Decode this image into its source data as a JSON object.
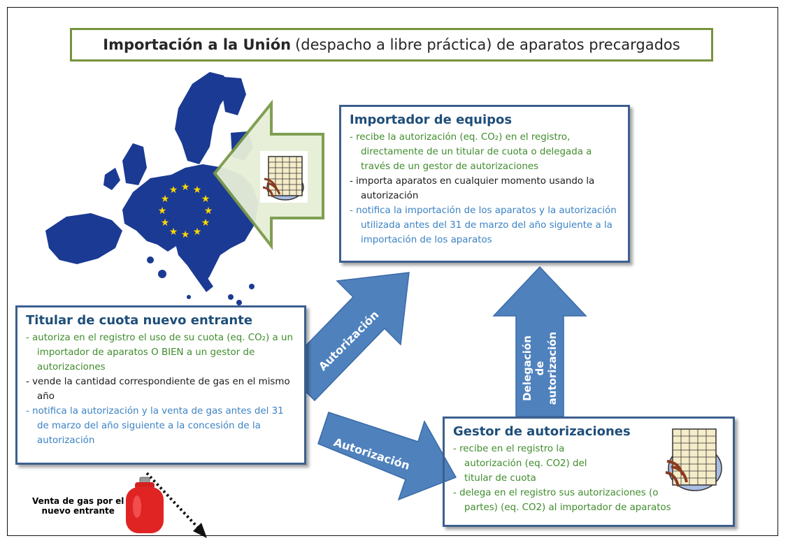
{
  "title": {
    "bold": "Importación a la Unión",
    "rest": "(despacho a libre práctica) de aparatos precargados"
  },
  "importador": {
    "heading": "Importador de equipos",
    "items": [
      {
        "text": "- recibe la autorización (eq. CO₂) en el registro, directamente de un titular de cuota o delegada a través de un gestor de autorizaciones",
        "color": "green"
      },
      {
        "text": "- importa aparatos en cualquier momento usando la autorización",
        "color": "black"
      },
      {
        "text": "- notifica la importación de los aparatos y la autorización utilizada antes del 31 de marzo del año siguiente a la importación de los aparatos",
        "color": "blue"
      }
    ]
  },
  "titular": {
    "heading": "Titular de cuota nuevo entrante",
    "items": [
      {
        "text": "- autoriza en el registro el uso de su cuota (eq. CO₂) a un importador de aparatos O BIEN a un gestor de autorizaciones",
        "color": "green"
      },
      {
        "text": "- vende la cantidad correspondiente de gas en el mismo año",
        "color": "black"
      },
      {
        "text": "- notifica la autorización y la venta de gas antes del 31 de marzo del año siguiente a la concesión de la autorización",
        "color": "blue"
      }
    ]
  },
  "gestor": {
    "heading": "Gestor de autorizaciones",
    "items": [
      {
        "text": "- recibe en el registro la autorización (eq. CO2) del titular de cuota",
        "color": "green"
      },
      {
        "text": "- delega en el registro sus autorizaciones (o partes) (eq. CO2) al importador de aparatos",
        "color": "green"
      }
    ]
  },
  "arrows": {
    "diagonal": "Autorización",
    "horizontal": "Autorización",
    "vertical_line1": "Delegación de",
    "vertical_line2": "autorización"
  },
  "gas_label_line1": "Venta de gas por el",
  "gas_label_line2": "nuevo entrante",
  "colors": {
    "title_border": "#77933c",
    "box_border": "#3c5f8e",
    "arrow_fill": "#4f81bd",
    "map_blue": "#1b3a93",
    "eu_star": "#ffd700",
    "green_text": "#3f8c2c",
    "blue_text": "#3b82c4"
  },
  "icons": [
    "eu-map-icon",
    "eu-stars-icon",
    "import-arrow-icon",
    "equipment-icon",
    "gas-cylinder-icon",
    "dotted-arrow-icon"
  ]
}
